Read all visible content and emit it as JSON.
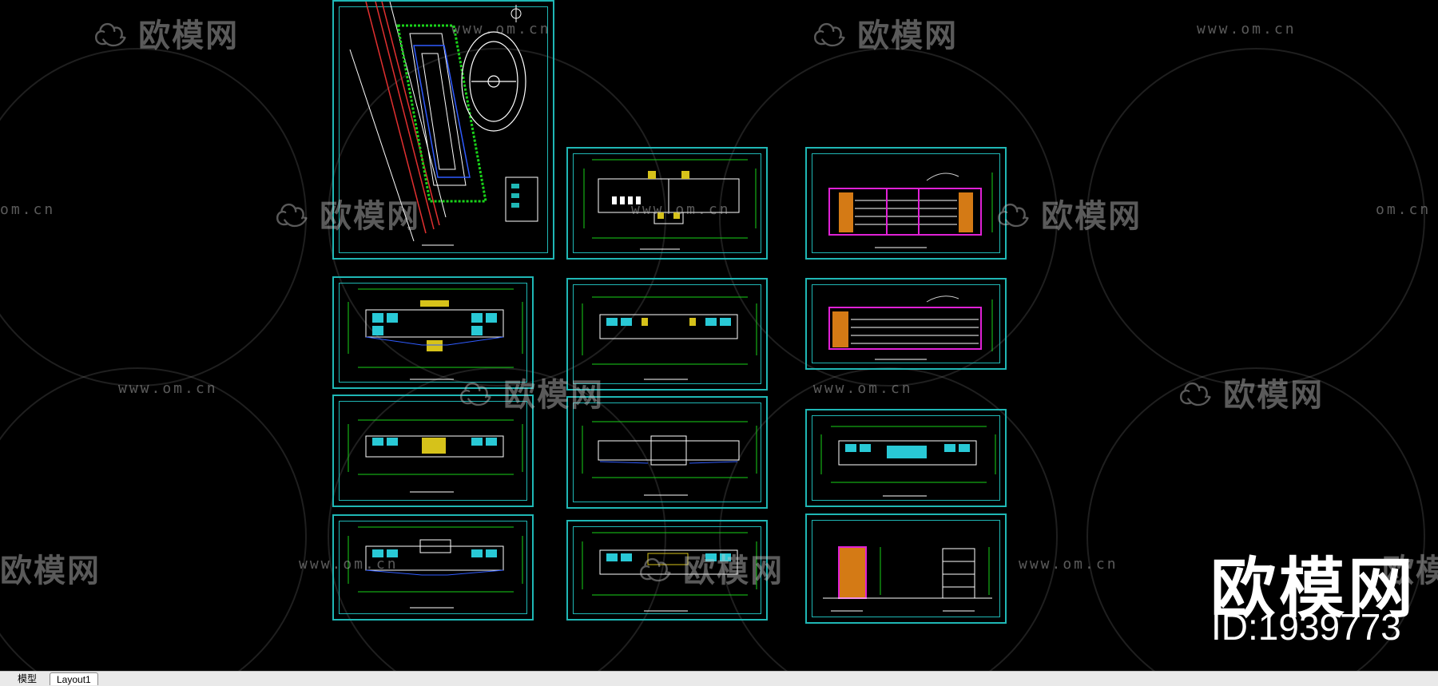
{
  "watermark": {
    "logo_text": "欧模网",
    "url_text": "www.om.cn",
    "url_partial": "om.cn",
    "logo_partial_left": "欧模网",
    "logo_partial_right": "欧模"
  },
  "brand": {
    "name": "欧模网",
    "id_text": "ID:1939773"
  },
  "tabs": {
    "model": "模型",
    "layout1": "Layout1"
  },
  "colors": {
    "sheet_border": "#1fb7b5",
    "dimension": "#19d219",
    "plan": "#ffffff",
    "elevation": "#e021d6",
    "accent_yellow": "#d6c21a",
    "accent_cyan": "#29c9d6"
  }
}
